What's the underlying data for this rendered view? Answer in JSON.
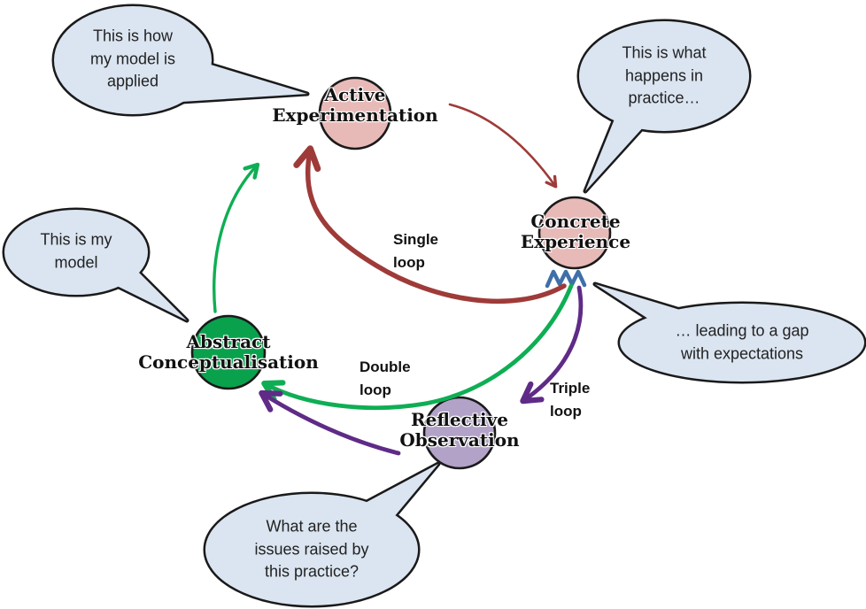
{
  "nodes": [
    {
      "name": "active-experimentation",
      "label": "Active\nExperimentation",
      "color": "#e7bab8"
    },
    {
      "name": "concrete-experience",
      "label": "Concrete\nExperience",
      "color": "#e7bab8"
    },
    {
      "name": "abstract-conceptualisation",
      "label": "Abstract\nConceptualisation",
      "color": "#0aa14d"
    },
    {
      "name": "reflective-observation",
      "label": "Reflective\nObservation",
      "color": "#b2a2c8"
    }
  ],
  "loops": [
    {
      "name": "single-loop",
      "label": "Single\nloop",
      "color": "#9e3b38"
    },
    {
      "name": "double-loop",
      "label": "Double\nloop",
      "color": "#0fae54"
    },
    {
      "name": "triple-loop",
      "label": "Triple\nloop",
      "color": "#5f2b87"
    }
  ],
  "bubbles": [
    {
      "name": "model-applied",
      "text": "This is how\nmy model is\napplied"
    },
    {
      "name": "happens-in-practice",
      "text": "This is what\nhappens in\npractice…"
    },
    {
      "name": "my-model",
      "text": "This is my\nmodel"
    },
    {
      "name": "gap-with-expectations",
      "text": "… leading to a gap\nwith expectations"
    },
    {
      "name": "issues-raised",
      "text": "What are the\nissues raised by\nthis practice?"
    }
  ],
  "marks": {
    "gap_zigzag_color": "#3f6fa8",
    "bubble_fill": "#dbe5f1",
    "outline_color": "#1a1a1a"
  }
}
